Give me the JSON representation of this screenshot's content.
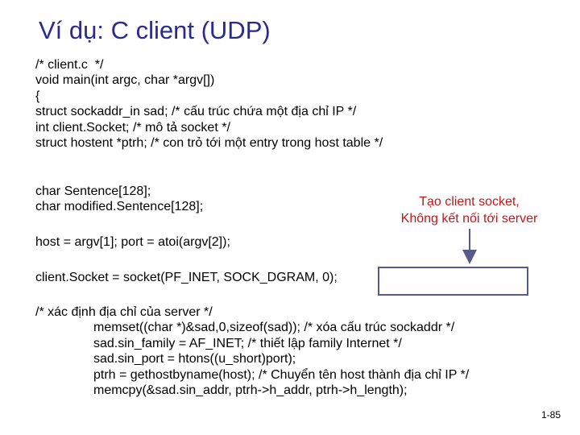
{
  "slide": {
    "title": "Ví dụ: C client (UDP)",
    "page_number": "1-85"
  },
  "code": {
    "head_lines": [
      "/* client.c  */",
      "void main(int argc, char *argv[])",
      "{",
      "struct sockaddr_in sad; /* cấu trúc chứa một địa chỉ IP */",
      "int client.Socket; /* mô tả socket */",
      "struct hostent *ptrh; /* con trỏ tới một entry trong host table */"
    ],
    "var_lines": [
      "char Sentence[128];",
      "char modified.Sentence[128];"
    ],
    "host_line": "host = argv[1]; port = atoi(argv[2]);",
    "socket_line": "client.Socket = socket(PF_INET, SOCK_DGRAM, 0);",
    "server_comment": "/* xác định địa chỉ của server */",
    "server_lines": [
      "memset((char *)&sad,0,sizeof(sad)); /* xóa cấu trúc sockaddr */",
      "sad.sin_family = AF_INET; /* thiết lập family Internet */",
      "sad.sin_port = htons((u_short)port);",
      "ptrh = gethostbyname(host); /* Chuyển tên host thành địa chỉ IP */",
      "memcpy(&sad.sin_addr, ptrh->h_addr, ptrh->h_length);"
    ]
  },
  "annotation": {
    "line1": "Tạo client socket,",
    "line2": "Không kết nối tới server",
    "color": "#c01818"
  },
  "colors": {
    "title": "#2a2a8f",
    "arrow": "#5a5a8a"
  }
}
